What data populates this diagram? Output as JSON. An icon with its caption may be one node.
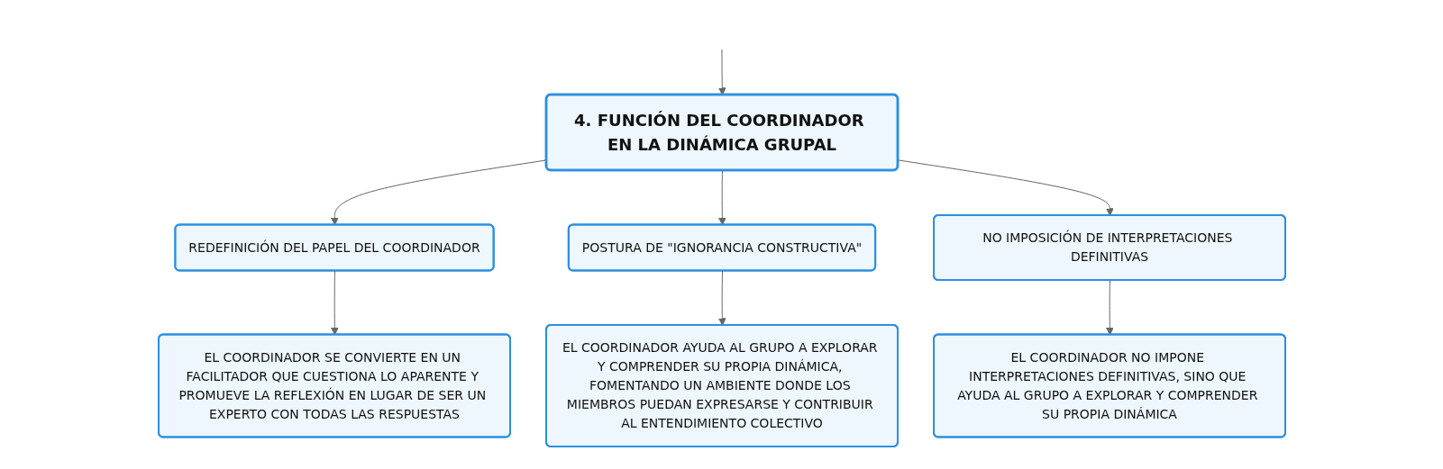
{
  "diagram": {
    "nodes": [
      {
        "text": [
          "4. FUNCIÓN DEL COORDINADOR EN LA DINÁMICA GRUPAL"
        ]
      },
      {
        "text": [
          "REDEFINICIÓN DEL PAPEL DEL COORDINADOR"
        ]
      },
      {
        "text": [
          "POSTURA DE \"IGNORANCIA CONSTRUCTIVA\""
        ]
      },
      {
        "text": [
          "NO IMPOSICIÓN DE INTERPRETACIONES DEFINITIVAS"
        ]
      },
      {
        "text": [
          "EL COORDINADOR SE CONVIERTE EN UN FACILITADOR QUE CUESTIONA LO APARENTE Y PROMUEVE LA REFLEXIÓN EN LUGAR DE SER UN EXPERTO CON TODAS LAS RESPUESTAS"
        ]
      },
      {
        "text": [
          "EL COORDINADOR AYUDA AL GRUPO A EXPLORAR Y COMPRENDER SU PROPIA DINÁMICA, FOMENTANDO UN AMBIENTE DONDE LOS MIEMBROS PUEDAN EXPRESARSE Y CONTRIBUIR AL ENTENDIMIENTO COLECTIVO"
        ]
      },
      {
        "text": [
          "EL COORDINADOR NO IMPONE INTERPRETACIONES DEFINITIVAS, SINO QUE AYUDA AL GRUPO A EXPLORAR Y COMPRENDER SU PROPIA DINÁMICA"
        ]
      }
    ],
    "edges": [
      {
        "from": null,
        "to": 0,
        "arrow": "to"
      },
      {
        "from": 0,
        "to": 1,
        "arrow": "to"
      },
      {
        "from": 0,
        "to": 2,
        "arrow": "to"
      },
      {
        "from": 0,
        "to": 3,
        "arrow": "to"
      },
      {
        "from": 1,
        "to": 4,
        "arrow": "to"
      },
      {
        "from": 2,
        "to": 5,
        "arrow": "to"
      },
      {
        "from": 3,
        "to": 6,
        "arrow": "to"
      }
    ]
  }
}
